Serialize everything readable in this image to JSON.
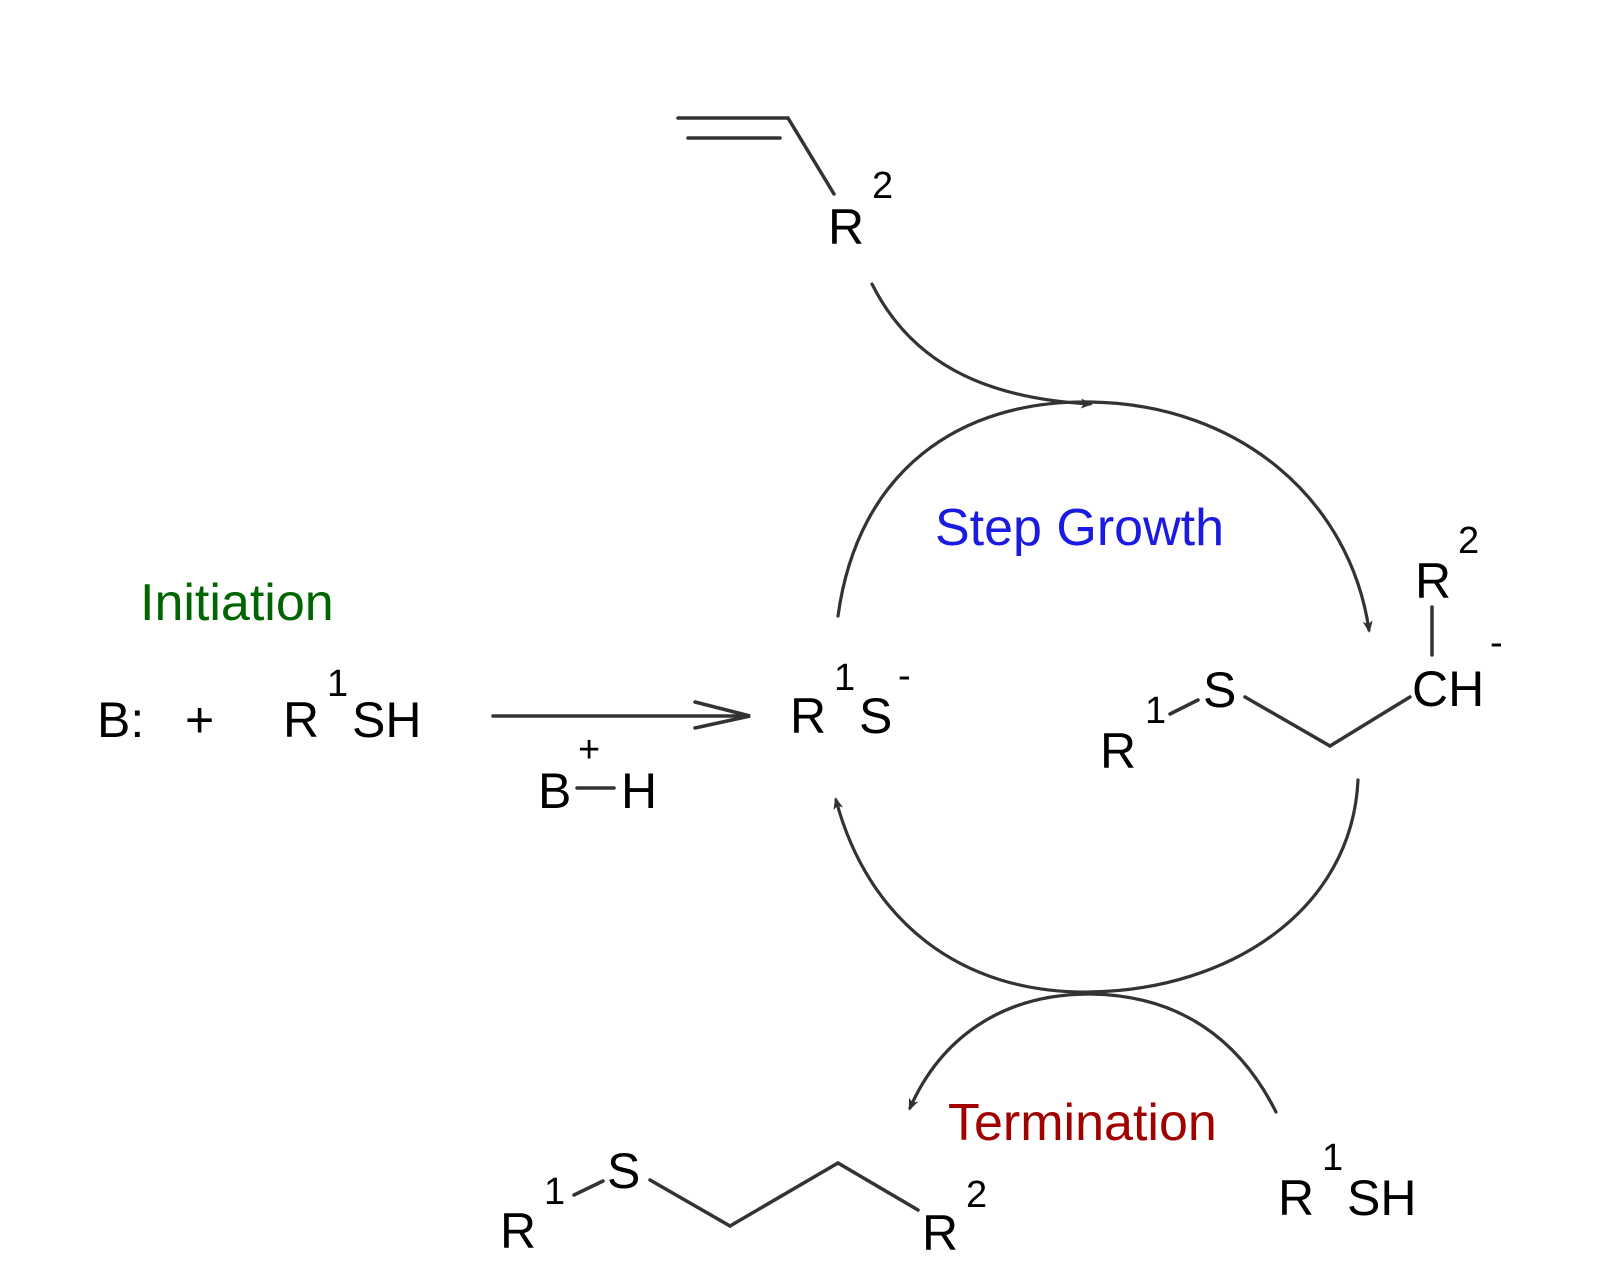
{
  "labels": {
    "initiation": "Initiation",
    "step_growth": "Step Growth",
    "termination": "Termination"
  },
  "colors": {
    "initiation": "#006400",
    "step_growth": "#1a1ae0",
    "termination": "#a00000",
    "bonds": "#333333",
    "text": "#000000"
  },
  "atoms": {
    "R": "R",
    "S": "S",
    "SH": "SH",
    "CH": "CH",
    "H": "H",
    "B_colon": "B:",
    "B": "B",
    "plus": "+",
    "one": "1",
    "two": "2",
    "minus": "-"
  }
}
